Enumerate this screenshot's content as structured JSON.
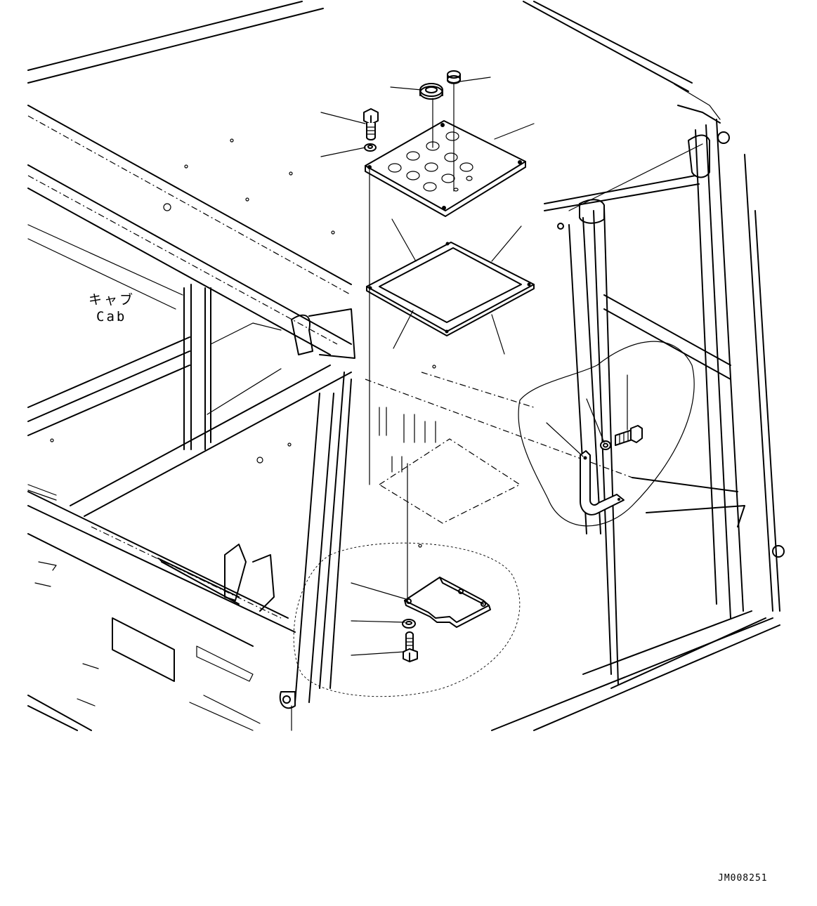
{
  "labels": {
    "cab_japanese": "キャブ",
    "cab_english": "Cab",
    "drawing_code": "JM008251"
  },
  "parts": [
    {
      "icon": "bolt-icon"
    },
    {
      "icon": "washer-icon"
    },
    {
      "icon": "grommet-icon"
    },
    {
      "icon": "plug-icon"
    },
    {
      "icon": "cover-plate-icon"
    },
    {
      "icon": "gasket-icon"
    },
    {
      "icon": "bracket-icon"
    },
    {
      "icon": "clamp-icon"
    }
  ],
  "colors": {
    "line": "#000000",
    "background": "#ffffff"
  }
}
